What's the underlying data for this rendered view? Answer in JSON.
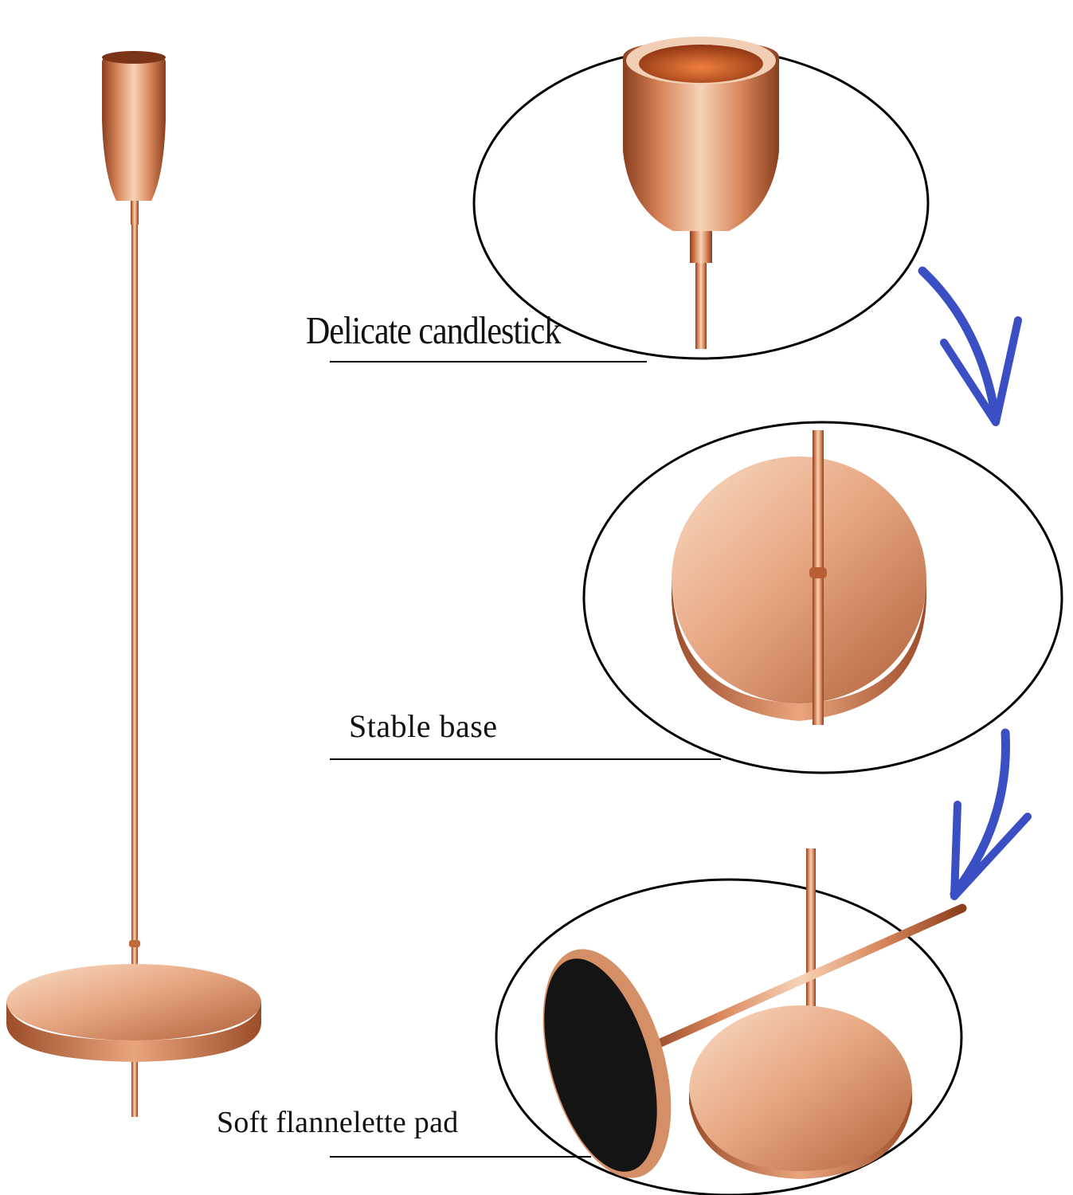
{
  "callouts": [
    {
      "label": "Delicate candlestick"
    },
    {
      "label": "Stable base"
    },
    {
      "label": "Soft flannelette pad"
    }
  ],
  "colors": {
    "rose_gold_light": "#f6d3b6",
    "rose_gold_mid": "#d9875c",
    "rose_gold_dark": "#8a3f1d",
    "arrow_blue": "#3a4fc4",
    "outline": "#000000",
    "pad_black": "#141414"
  },
  "icons": [
    "curved-arrow-icon"
  ]
}
